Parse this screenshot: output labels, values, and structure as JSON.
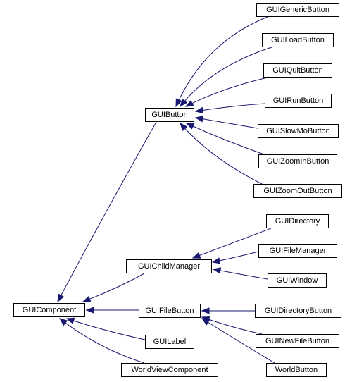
{
  "diagram": {
    "edge_color": "#191970",
    "nodes": [
      {
        "id": "GUIComponent",
        "label": "GUIComponent"
      },
      {
        "id": "GUIButton",
        "label": "GUIButton"
      },
      {
        "id": "GUIChildManager",
        "label": "GUIChildManager"
      },
      {
        "id": "GUIFileButton",
        "label": "GUIFileButton"
      },
      {
        "id": "GUILabel",
        "label": "GUILabel"
      },
      {
        "id": "WorldViewComponent",
        "label": "WorldViewComponent"
      },
      {
        "id": "GUIGenericButton",
        "label": "GUIGenericButton"
      },
      {
        "id": "GUILoadButton",
        "label": "GUILoadButton"
      },
      {
        "id": "GUIQuitButton",
        "label": "GUIQuitButton"
      },
      {
        "id": "GUIRunButton",
        "label": "GUIRunButton"
      },
      {
        "id": "GUISlowMoButton",
        "label": "GUISlowMoButton"
      },
      {
        "id": "GUIZoomInButton",
        "label": "GUIZoomInButton"
      },
      {
        "id": "GUIZoomOutButton",
        "label": "GUIZoomOutButton"
      },
      {
        "id": "GUIDirectory",
        "label": "GUIDirectory"
      },
      {
        "id": "GUIFileManager",
        "label": "GUIFileManager"
      },
      {
        "id": "GUIWindow",
        "label": "GUIWindow"
      },
      {
        "id": "GUIDirectoryButton",
        "label": "GUIDirectoryButton"
      },
      {
        "id": "GUINewFileButton",
        "label": "GUINewFileButton"
      },
      {
        "id": "WorldButton",
        "label": "WorldButton"
      }
    ],
    "edges": [
      {
        "from": "GUIButton",
        "to": "GUIComponent"
      },
      {
        "from": "GUIChildManager",
        "to": "GUIComponent"
      },
      {
        "from": "GUIFileButton",
        "to": "GUIComponent"
      },
      {
        "from": "GUILabel",
        "to": "GUIComponent"
      },
      {
        "from": "WorldViewComponent",
        "to": "GUIComponent"
      },
      {
        "from": "GUIGenericButton",
        "to": "GUIButton"
      },
      {
        "from": "GUILoadButton",
        "to": "GUIButton"
      },
      {
        "from": "GUIQuitButton",
        "to": "GUIButton"
      },
      {
        "from": "GUIRunButton",
        "to": "GUIButton"
      },
      {
        "from": "GUISlowMoButton",
        "to": "GUIButton"
      },
      {
        "from": "GUIZoomInButton",
        "to": "GUIButton"
      },
      {
        "from": "GUIZoomOutButton",
        "to": "GUIButton"
      },
      {
        "from": "GUIDirectory",
        "to": "GUIChildManager"
      },
      {
        "from": "GUIFileManager",
        "to": "GUIChildManager"
      },
      {
        "from": "GUIWindow",
        "to": "GUIChildManager"
      },
      {
        "from": "GUIDirectoryButton",
        "to": "GUIFileButton"
      },
      {
        "from": "GUINewFileButton",
        "to": "GUIFileButton"
      },
      {
        "from": "WorldButton",
        "to": "GUIFileButton"
      }
    ]
  }
}
